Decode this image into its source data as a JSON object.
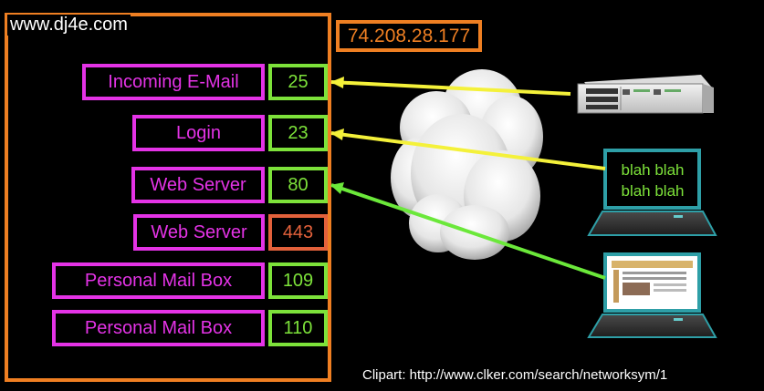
{
  "site_label": "www.dj4e.com",
  "host": {
    "ip": "74.208.28.177"
  },
  "services": [
    {
      "name": "Incoming E-Mail",
      "port": "25",
      "status": "open"
    },
    {
      "name": "Login",
      "port": "23",
      "status": "open"
    },
    {
      "name": "Web Server",
      "port": "80",
      "status": "open"
    },
    {
      "name": "Web Server",
      "port": "443",
      "status": "closed"
    },
    {
      "name": "Personal Mail Box",
      "port": "109",
      "status": "open"
    },
    {
      "name": "Personal Mail Box",
      "port": "110",
      "status": "open"
    }
  ],
  "terminal": {
    "line1": "blah blah",
    "line2": "blah blah"
  },
  "credit": "Clipart: http://www.clker.com/search/networksym/1",
  "colors": {
    "host_border": "#ef7f22",
    "service_border": "#e433e6",
    "port_open": "#7de23a",
    "port_closed": "#e3613b",
    "link_mail": "#f4f13a",
    "link_login": "#f4f13a",
    "link_web": "#6be83a"
  },
  "icons": [
    "cloud-icon",
    "server-icon",
    "terminal-laptop-icon",
    "browser-laptop-icon"
  ]
}
